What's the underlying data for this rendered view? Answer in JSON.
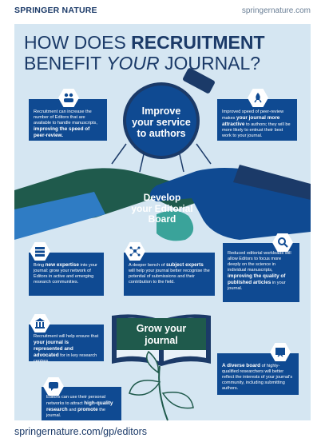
{
  "header": {
    "brand": "SPRINGER NATURE",
    "site": "springernature.com"
  },
  "title": {
    "line1_a": "HOW DOES ",
    "line1_b": "RECRUITMENT",
    "line2_a": "BENEFIT ",
    "line2_b": "YOUR",
    "line2_c": " JOURNAL?"
  },
  "sections": {
    "improve": {
      "line1": "Improve",
      "line2": "your service",
      "line3": "to authors"
    },
    "develop": {
      "line1": "Develop",
      "line2": "your Editorial",
      "line3": "Board"
    },
    "grow": {
      "line1": "Grow your",
      "line2": "journal"
    }
  },
  "cards": {
    "editors_number": {
      "t1": "Recruitment can increase the number of Editors that are available to handle manuscripts, ",
      "b1": "improving the speed of peer-review."
    },
    "speed": {
      "t1": "Improved speed of peer-review makes ",
      "b1": "your journal more attractive",
      "t2": " to authors; they will be more likely to entrust their best work to your journal."
    },
    "expertise": {
      "t1": "Bring ",
      "b1": "new expertise",
      "t2": " into your journal: grow your network of Editors in active and emerging research communities."
    },
    "subject": {
      "t1": "A deeper bench of ",
      "b1": "subject experts",
      "t2": " will help your journal better recognise the potential of submissions and their contribution to the field."
    },
    "workloads": {
      "t1": "Reduced editorial workloads will allow Editors to focus more deeply on the science in individual manuscripts, ",
      "b1": "improving the quality of published articles",
      "t2": " in your journal."
    },
    "represented": {
      "t1": "Recruitment will help ensure that ",
      "b1": "your journal is represented and advocated",
      "t2": " for in key research centres."
    },
    "diverse": {
      "b1": "A diverse board",
      "t1": " of highly-qualified researchers will better reflect the interests of your journal's community, including submitting authors."
    },
    "networks": {
      "t1": "Editors can use their personal networks to attract ",
      "b1": "high-quality research",
      "t2": " and ",
      "b2": "promote",
      "t3": " the journal."
    }
  },
  "footer": {
    "url": "springernature.com/gp/editors"
  },
  "colors": {
    "navy": "#1b3a68",
    "blue": "#0f4a92",
    "panel": "#d5e6f2",
    "green": "#1f5a4c",
    "teal": "#3aa39a"
  }
}
